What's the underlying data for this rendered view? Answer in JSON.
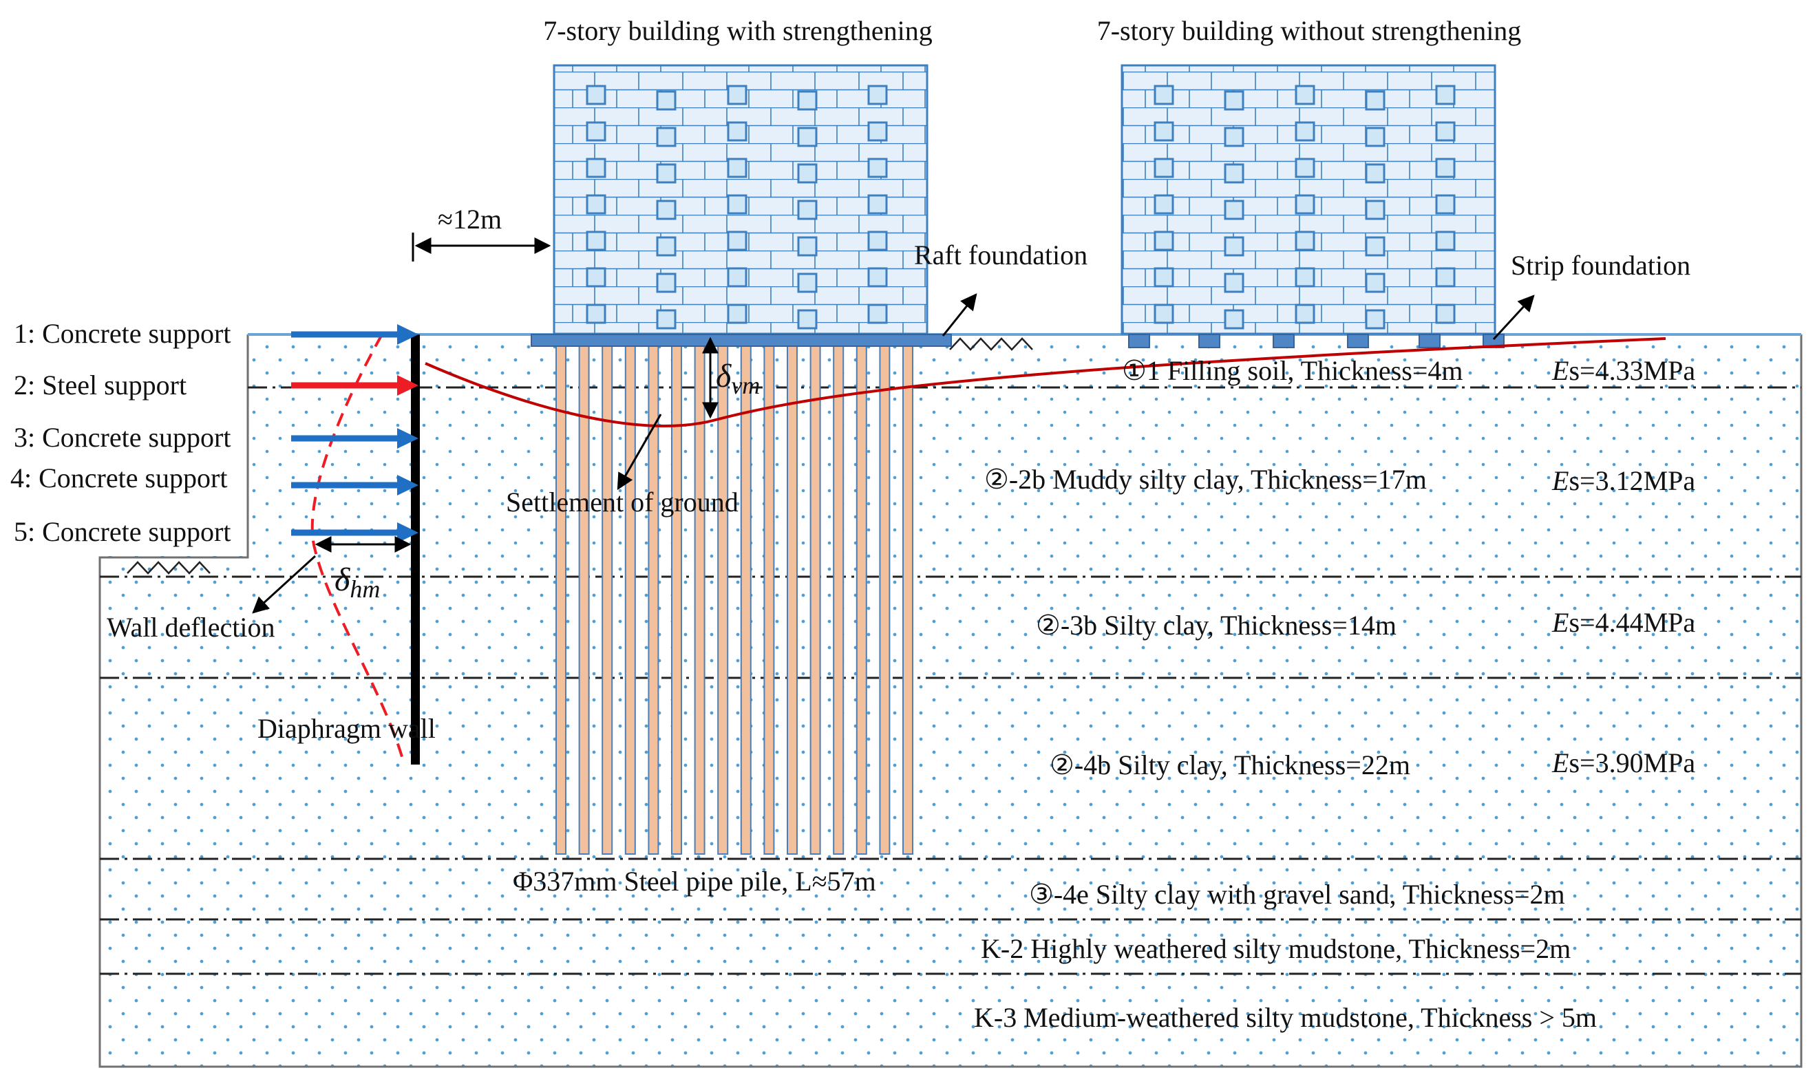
{
  "buildings": {
    "with_strengthening": "7-story building with strengthening",
    "without_strengthening": "7-story building without strengthening"
  },
  "annotations": {
    "distance": "≈12m",
    "raft_foundation": "Raft foundation",
    "strip_foundation": "Strip foundation",
    "settlement_of_ground": "Settlement of ground",
    "wall_deflection": "Wall deflection",
    "diaphragm_wall": "Diaphragm wall",
    "pile": "Φ337mm  Steel pipe pile, L≈57m",
    "delta_vm": "δ",
    "delta_vm_sub": "vm",
    "delta_hm": "δ",
    "delta_hm_sub": "hm"
  },
  "supports": [
    {
      "label": "1: Concrete support",
      "color": "#1f6fc4"
    },
    {
      "label": "2: Steel support",
      "color": "#ee1c24"
    },
    {
      "label": "3: Concrete support",
      "color": "#1f6fc4"
    },
    {
      "label": "4: Concrete support",
      "color": "#1f6fc4"
    },
    {
      "label": "5: Concrete support",
      "color": "#1f6fc4"
    }
  ],
  "layers": [
    {
      "name": "①1 Filling soil, Thickness=4m",
      "es_italic": "E",
      "es_rest": "s=4.33MPa"
    },
    {
      "name": "②-2b Muddy silty clay, Thickness=17m",
      "es_italic": "E",
      "es_rest": "s=3.12MPa"
    },
    {
      "name": "②-3b Silty clay, Thickness=14m",
      "es_italic": "E",
      "es_rest": "s=4.44MPa"
    },
    {
      "name": "②-4b Silty clay, Thickness=22m",
      "es_italic": "E",
      "es_rest": "s=3.90MPa"
    },
    {
      "name": "③-4e Silty clay with gravel sand, Thickness=2m"
    },
    {
      "name": "K-2 Highly weathered silty mudstone, Thickness=2m"
    },
    {
      "name": "K-3 Medium-weathered silty mudstone, Thickness > 5m"
    }
  ],
  "colors": {
    "building_fill": "#e6f0fa",
    "building_line": "#3d7fbf",
    "soil_dot": "#4f9fd6",
    "pile_fill": "#f2c09c",
    "pile_stroke": "#4a7fb8",
    "settlement_curve": "#c00000",
    "deflection_curve": "#ee1c24"
  }
}
